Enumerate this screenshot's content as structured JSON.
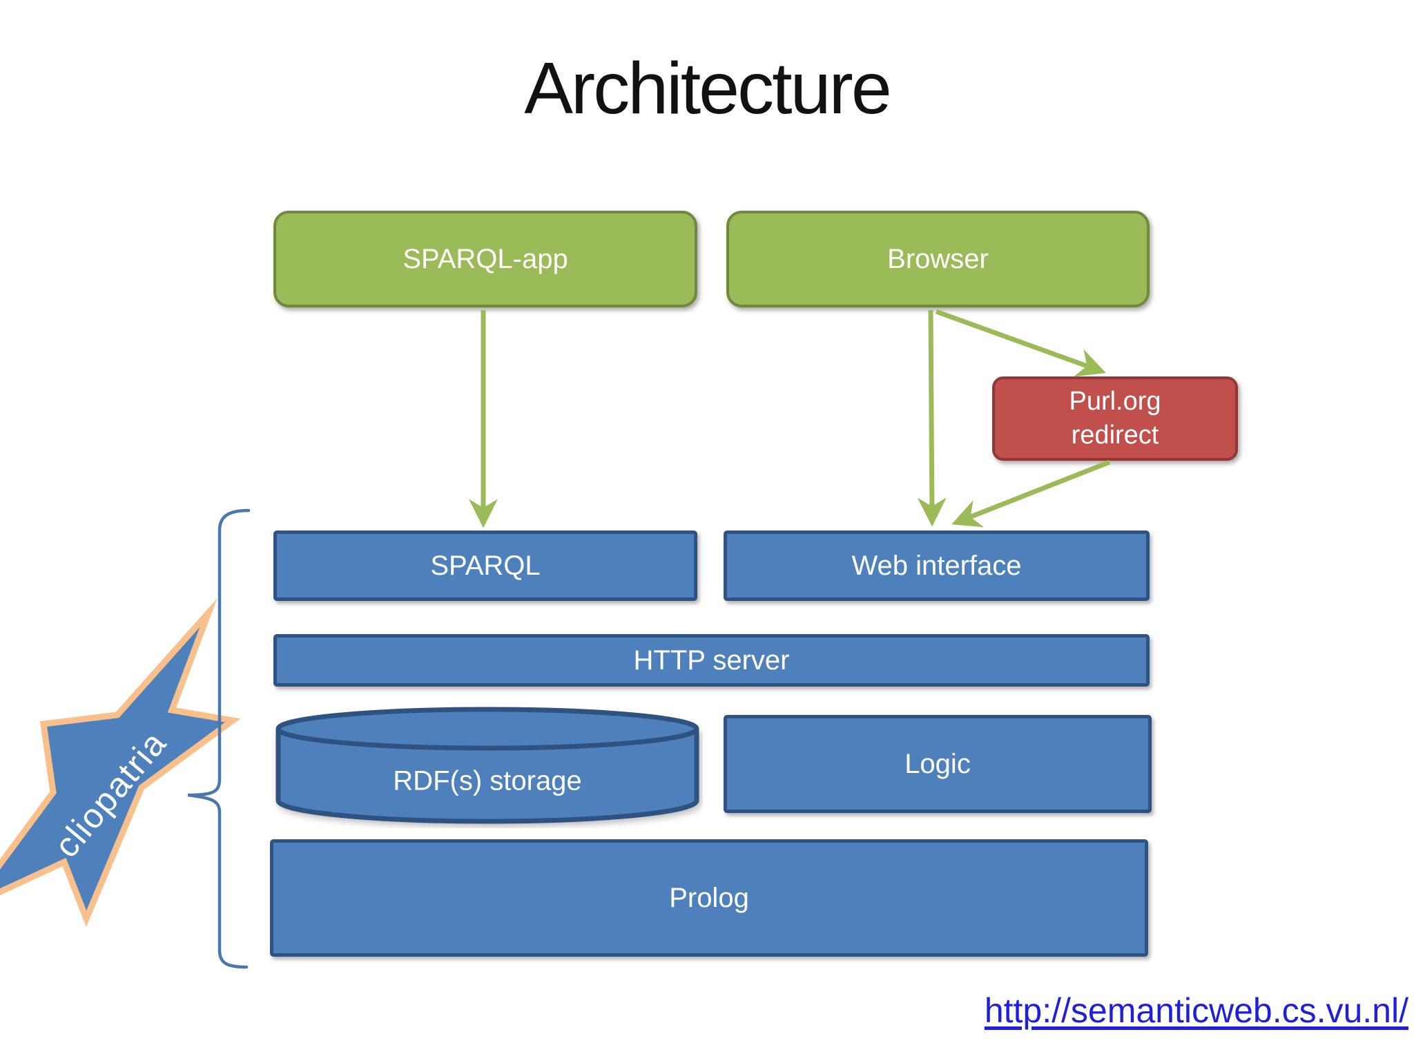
{
  "title": "Architecture",
  "nodes": {
    "sparql_app": {
      "label": "SPARQL-app"
    },
    "browser": {
      "label": "Browser"
    },
    "purl": {
      "label": "Purl.org\nredirect"
    },
    "sparql": {
      "label": "SPARQL"
    },
    "web_interface": {
      "label": "Web interface"
    },
    "http_server": {
      "label": "HTTP server"
    },
    "rdf_storage": {
      "label": "RDF(s) storage"
    },
    "logic": {
      "label": "Logic"
    },
    "prolog": {
      "label": "Prolog"
    }
  },
  "edges": [
    {
      "from": "SPARQL-app",
      "to": "SPARQL"
    },
    {
      "from": "Browser",
      "to": "Web interface"
    },
    {
      "from": "Browser",
      "to": "Purl.org redirect"
    },
    {
      "from": "Purl.org redirect",
      "to": "Web interface"
    }
  ],
  "star": {
    "label": "cliopatria"
  },
  "brace": {
    "covers": [
      "SPARQL",
      "Web interface",
      "HTTP server",
      "RDF(s) storage",
      "Logic",
      "Prolog"
    ]
  },
  "footer": {
    "link_text": "http://semanticweb.cs.vu.nl/"
  },
  "colors": {
    "box_green": "#9bba58",
    "box_green_border": "#71893f",
    "box_blue": "#4e81bc",
    "box_blue_border": "#2f5380",
    "box_red": "#c14f4c",
    "box_red_border": "#8f3836",
    "arrow_green": "#9bba58",
    "star_fill": "#4e81bc",
    "star_outline": "#f9c08c",
    "brace_blue": "#4a77ad",
    "link_blue": "#1e1edc",
    "text_on_boxes": "#ffffff",
    "title_text": "#111111"
  }
}
